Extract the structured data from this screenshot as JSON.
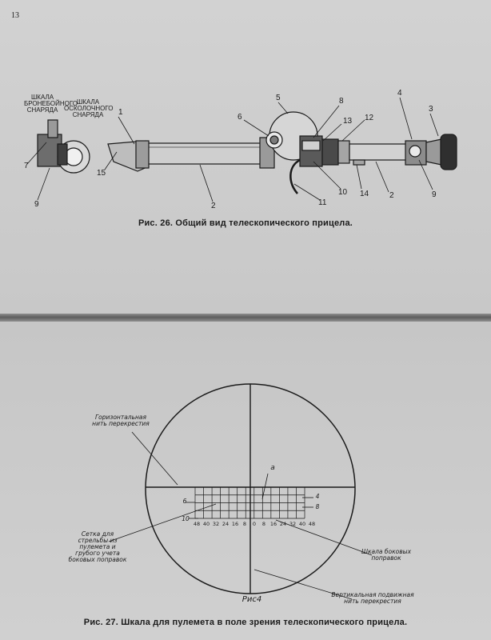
{
  "page_number": "13",
  "figure_26": {
    "caption": "Рис. 26. Общий вид телескопического прицела.",
    "label_armor_scale": [
      "ШКАЛА",
      "БРОНЕБОЙНОГО",
      "СНАРЯДА"
    ],
    "label_frag_scale": [
      "ШКАЛА",
      "ОСКОЛОЧНОГО",
      "СНАРЯДА"
    ],
    "callouts": {
      "c1": "1",
      "c2a": "2",
      "c2b": "2",
      "c3": "3",
      "c4": "4",
      "c5": "5",
      "c6": "6",
      "c7": "7",
      "c8": "8",
      "c9a": "9",
      "c9b": "9",
      "c10": "10",
      "c11": "11",
      "c12": "12",
      "c13": "13",
      "c14": "14",
      "c15": "15"
    }
  },
  "figure_27": {
    "caption": "Рис. 27. Шкала для пулемета в поле зрения телескопического прицела.",
    "label_horizontal_hair": [
      "Горизонтальная",
      "нить перекрестия"
    ],
    "label_grid": [
      "Сетка для",
      "стрельбы из",
      "пулемета и",
      "грубого учета",
      "боковых поправок"
    ],
    "label_lateral_scale": [
      "Шкала боковых",
      "поправок"
    ],
    "label_vertical_hair": [
      "Вертикальная подвижная",
      "нить перекрестия"
    ],
    "label_a": "а",
    "figure_label": "Рис4",
    "scale_ticks": [
      "48",
      "40",
      "32",
      "24",
      "16",
      "8",
      "0",
      "8",
      "16",
      "24",
      "32",
      "40",
      "48"
    ],
    "left_marks": [
      "6",
      "10"
    ],
    "right_marks": [
      "4",
      "8"
    ]
  }
}
